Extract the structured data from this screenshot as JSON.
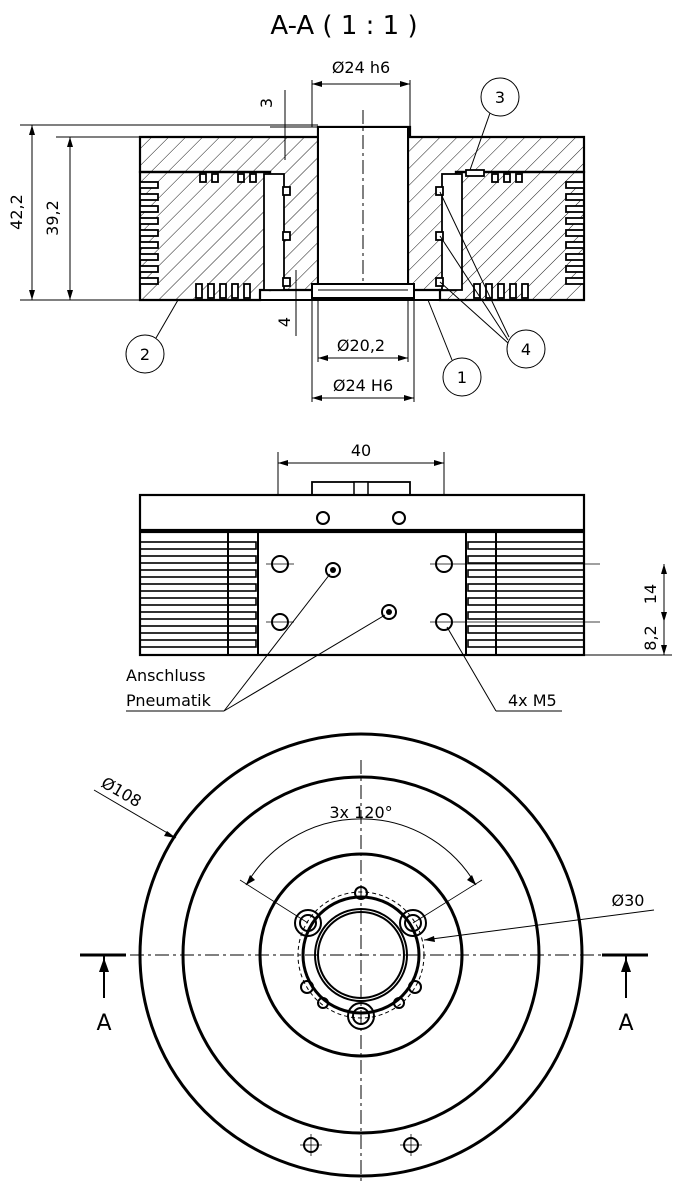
{
  "section_title": "A-A ( 1 : 1 )",
  "dimensions": {
    "top_shaft": "Ø24 h6",
    "top_offset": "3",
    "height_total": "42,2",
    "height_body": "39,2",
    "bottom_offset": "4",
    "bore_inner": "Ø20,2",
    "bore_outer": "Ø24 H6",
    "width_40": "40",
    "pitch_14": "14",
    "pitch_8_2": "8,2",
    "outer_diameter": "Ø108",
    "angle": "3x 120°",
    "pitch_circle": "Ø30"
  },
  "balloons": {
    "b1": "1",
    "b2": "2",
    "b3": "3",
    "b4": "4"
  },
  "notes": {
    "pneumatic_line1": "Anschluss",
    "pneumatic_line2": "Pneumatik",
    "threads": "4x M5"
  },
  "section_marks": {
    "left": "A",
    "right": "A"
  }
}
